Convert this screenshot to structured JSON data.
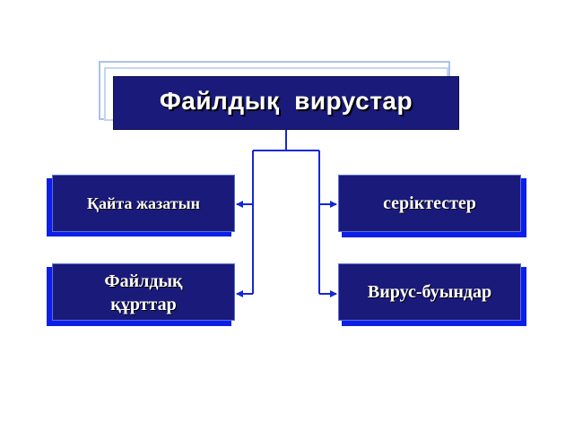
{
  "diagram": {
    "title": "Файлдық  вирустар",
    "left": [
      {
        "label": "Қайта жазатын"
      },
      {
        "label": "Файлдық\nқұрттар"
      }
    ],
    "right": [
      {
        "label": "серіктестер"
      },
      {
        "label": "Вирус-буындар"
      }
    ]
  },
  "colors": {
    "box_fill": "#1a1a7a",
    "box_shadow": "#0b1fe8",
    "connector": "#1428d4",
    "frame": "#a9c2ee",
    "text": "#ffffff"
  }
}
